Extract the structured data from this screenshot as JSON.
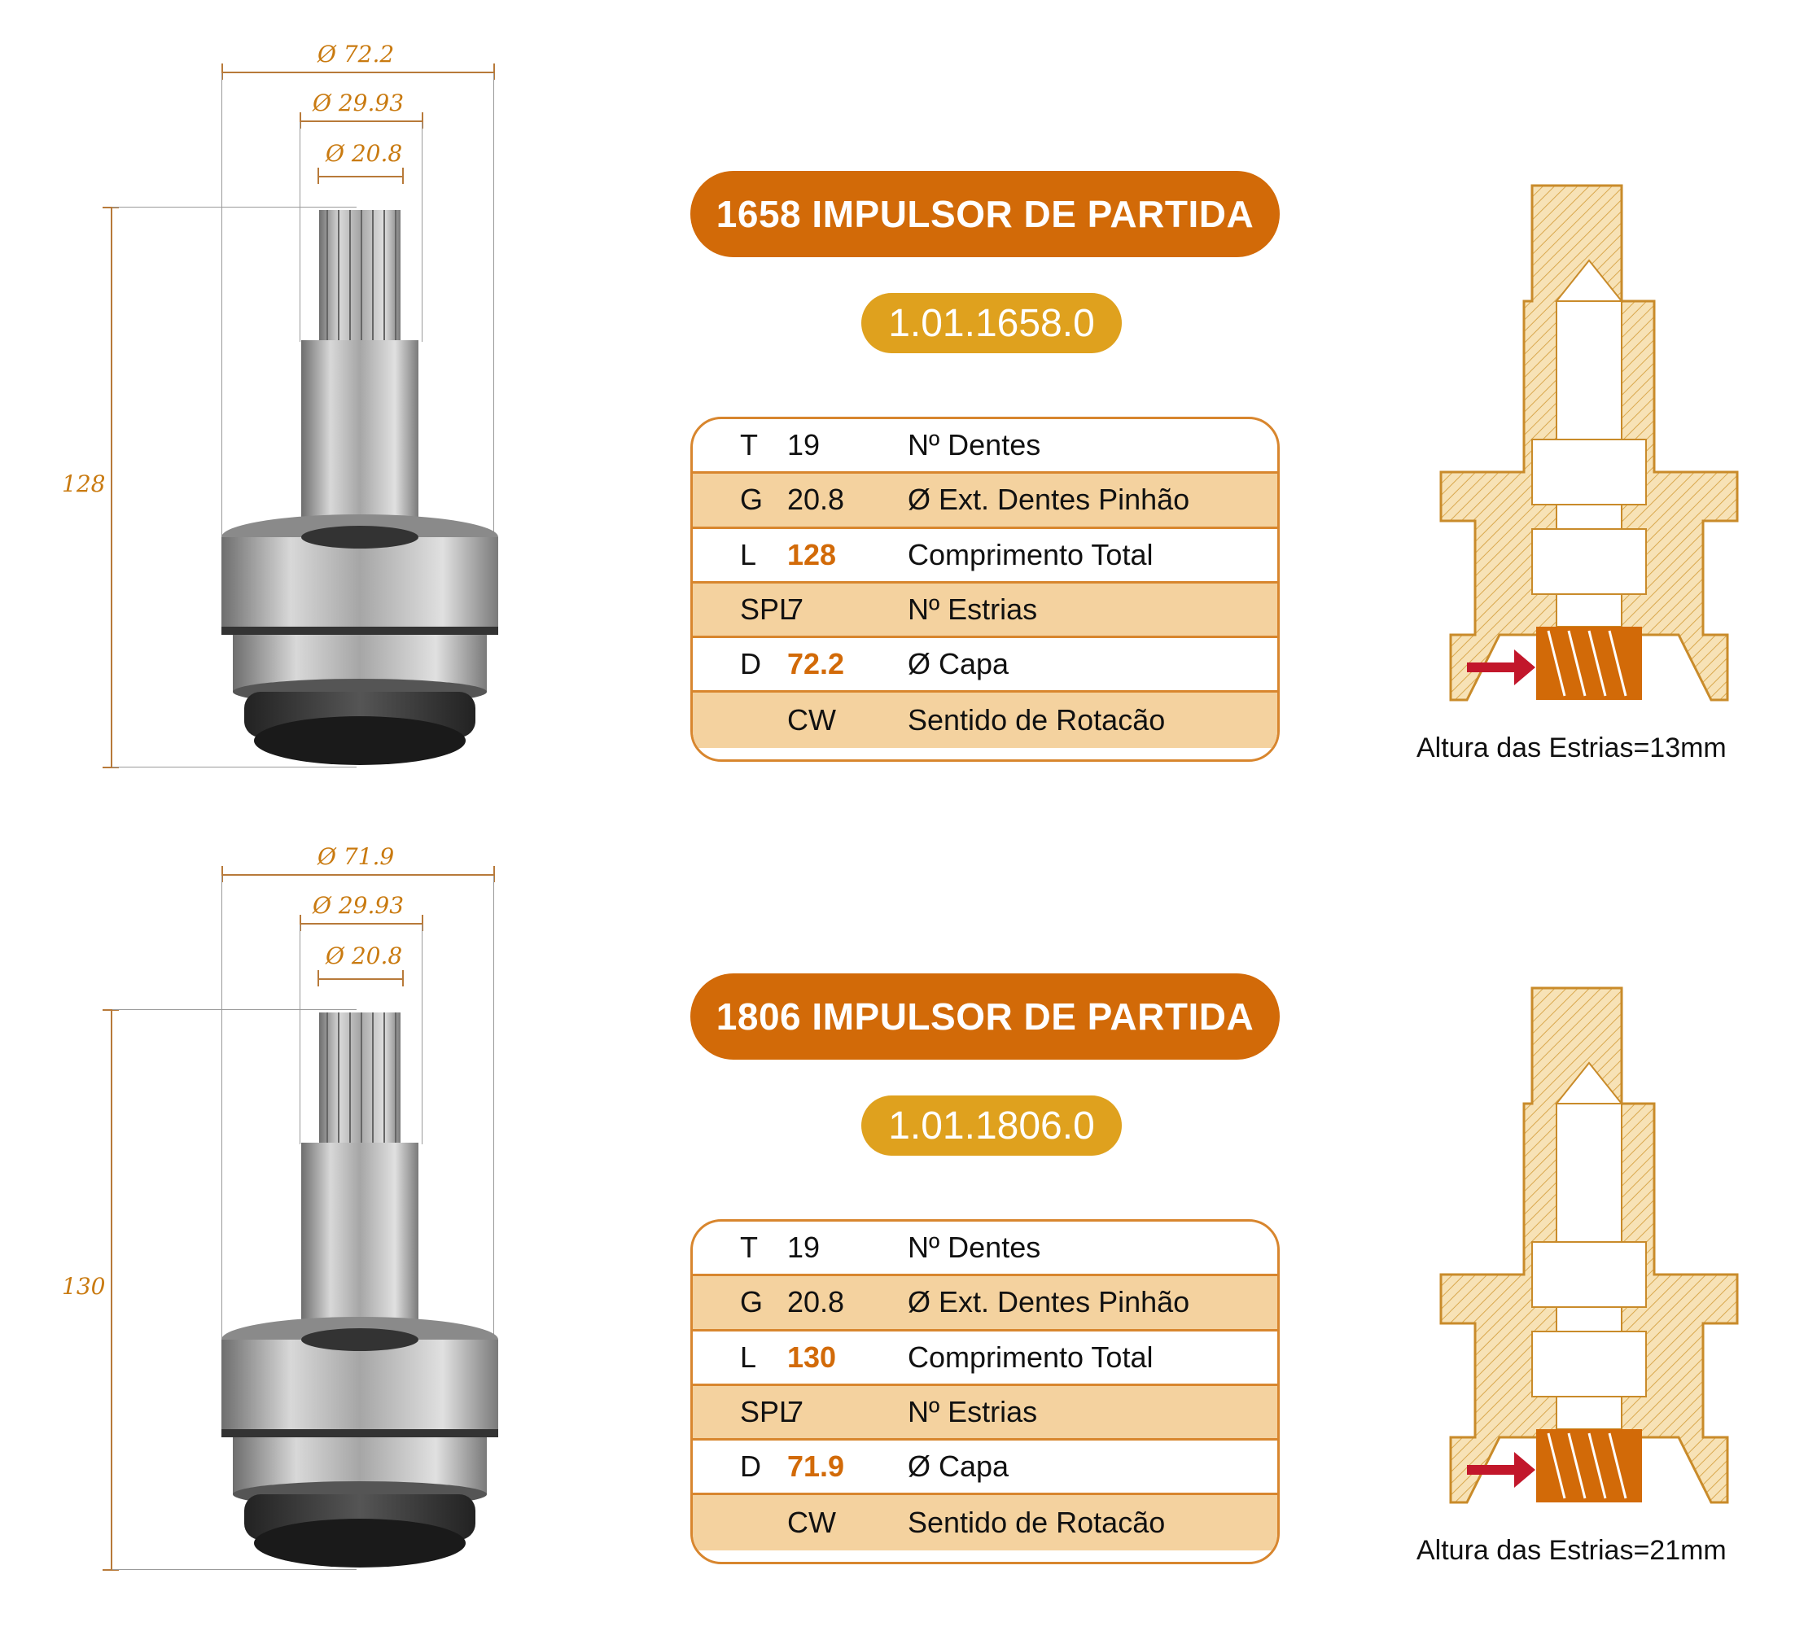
{
  "products": [
    {
      "title": "1658 IMPULSOR DE PARTIDA",
      "code": "1.01.1658.0",
      "dims": {
        "outer": "Ø 72.2",
        "mid": "Ø 29.93",
        "inner": "Ø 20.8",
        "length": "128"
      },
      "specs": [
        {
          "key": "T",
          "value": "19",
          "label": "Nº Dentes",
          "highlight": false
        },
        {
          "key": "G",
          "value": "20.8",
          "label": "Ø Ext. Dentes Pinhão",
          "highlight": false
        },
        {
          "key": "L",
          "value": "128",
          "label": "Comprimento Total",
          "highlight": true
        },
        {
          "key": "SPL",
          "value": "7",
          "label": "Nº Estrias",
          "highlight": false
        },
        {
          "key": "D",
          "value": "72.2",
          "label": "Ø Capa",
          "highlight": true
        },
        {
          "key": "",
          "value": "CW",
          "label": "Sentido de Rotacão",
          "highlight": false
        }
      ],
      "caption": "Altura das Estrias=13mm"
    },
    {
      "title": "1806 IMPULSOR DE PARTIDA",
      "code": "1.01.1806.0",
      "dims": {
        "outer": "Ø 71.9",
        "mid": "Ø 29.93",
        "inner": "Ø 20.8",
        "length": "130"
      },
      "specs": [
        {
          "key": "T",
          "value": "19",
          "label": "Nº Dentes",
          "highlight": false
        },
        {
          "key": "G",
          "value": "20.8",
          "label": "Ø Ext. Dentes Pinhão",
          "highlight": false
        },
        {
          "key": "L",
          "value": "130",
          "label": "Comprimento Total",
          "highlight": true
        },
        {
          "key": "SPL",
          "value": "7",
          "label": "Nº Estrias",
          "highlight": false
        },
        {
          "key": "D",
          "value": "71.9",
          "label": "Ø Capa",
          "highlight": true
        },
        {
          "key": "",
          "value": "CW",
          "label": "Sentido de Rotacão",
          "highlight": false
        }
      ],
      "caption": "Altura das Estrias=21mm"
    }
  ]
}
